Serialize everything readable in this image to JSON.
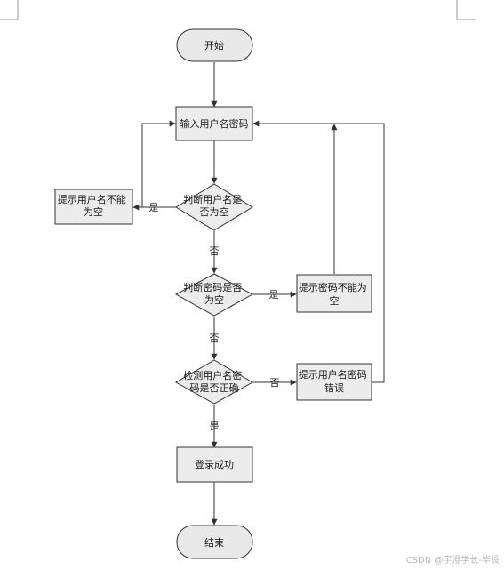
{
  "flowchart": {
    "nodes": {
      "start": {
        "lines": [
          "开始"
        ]
      },
      "input": {
        "lines": [
          "输入用户名密码"
        ]
      },
      "check_user": {
        "lines": [
          "判断用户名是",
          "否为空"
        ]
      },
      "tip_user_empty": {
        "lines": [
          "提示用户名不能",
          "为空"
        ]
      },
      "check_pwd": {
        "lines": [
          "判断密码是否",
          "为空"
        ]
      },
      "tip_pwd_empty": {
        "lines": [
          "提示密码不能为",
          "空"
        ]
      },
      "verify": {
        "lines": [
          "检测用户名密",
          "码是否正确"
        ]
      },
      "tip_wrong": {
        "lines": [
          "提示用户名密码",
          "错误"
        ]
      },
      "success": {
        "lines": [
          "登录成功"
        ]
      },
      "end": {
        "lines": [
          "结束"
        ]
      }
    },
    "edge_labels": {
      "user_empty_yes": "是",
      "user_empty_no": "否",
      "pwd_empty_yes": "是",
      "pwd_empty_no": "否",
      "verify_no": "否",
      "verify_yes": "是"
    },
    "colors": {
      "terminal_fill": "#e8e8e8",
      "process_fill": "#ececec",
      "decision_fill": "#ececec",
      "stroke": "#333333",
      "page_corner": "#999999"
    }
  },
  "watermark": {
    "text": "CSDN @宇澄学长-毕设"
  }
}
